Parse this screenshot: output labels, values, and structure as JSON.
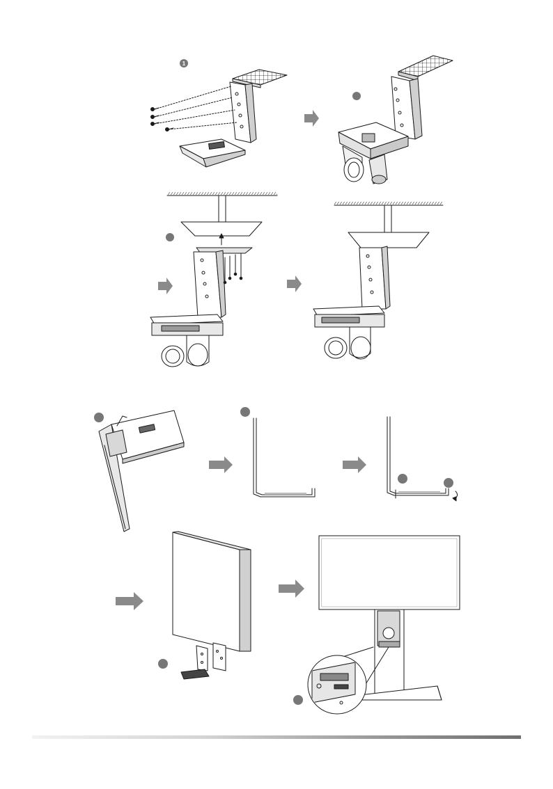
{
  "page": {
    "type": "installation-diagram"
  },
  "step_markers": [
    {
      "id": "m1",
      "label": "1"
    },
    {
      "id": "m2",
      "label": ""
    },
    {
      "id": "m3",
      "label": ""
    },
    {
      "id": "m4",
      "label": ""
    },
    {
      "id": "m5",
      "label": ""
    },
    {
      "id": "m6",
      "label": ""
    },
    {
      "id": "m7",
      "label": ""
    },
    {
      "id": "m8",
      "label": ""
    },
    {
      "id": "m9",
      "label": ""
    }
  ],
  "colors": {
    "line": "#1a1a1a",
    "marker": "#777777",
    "arrow": "#8a8a8a",
    "hatch": "#555555",
    "footer_light": "#f2f2f2",
    "footer_dark": "#6f6f6f"
  },
  "icons": [
    "arrow-right-icon",
    "screw-icon",
    "camera-icon",
    "monitor-icon",
    "ceiling-icon",
    "bracket-icon"
  ]
}
